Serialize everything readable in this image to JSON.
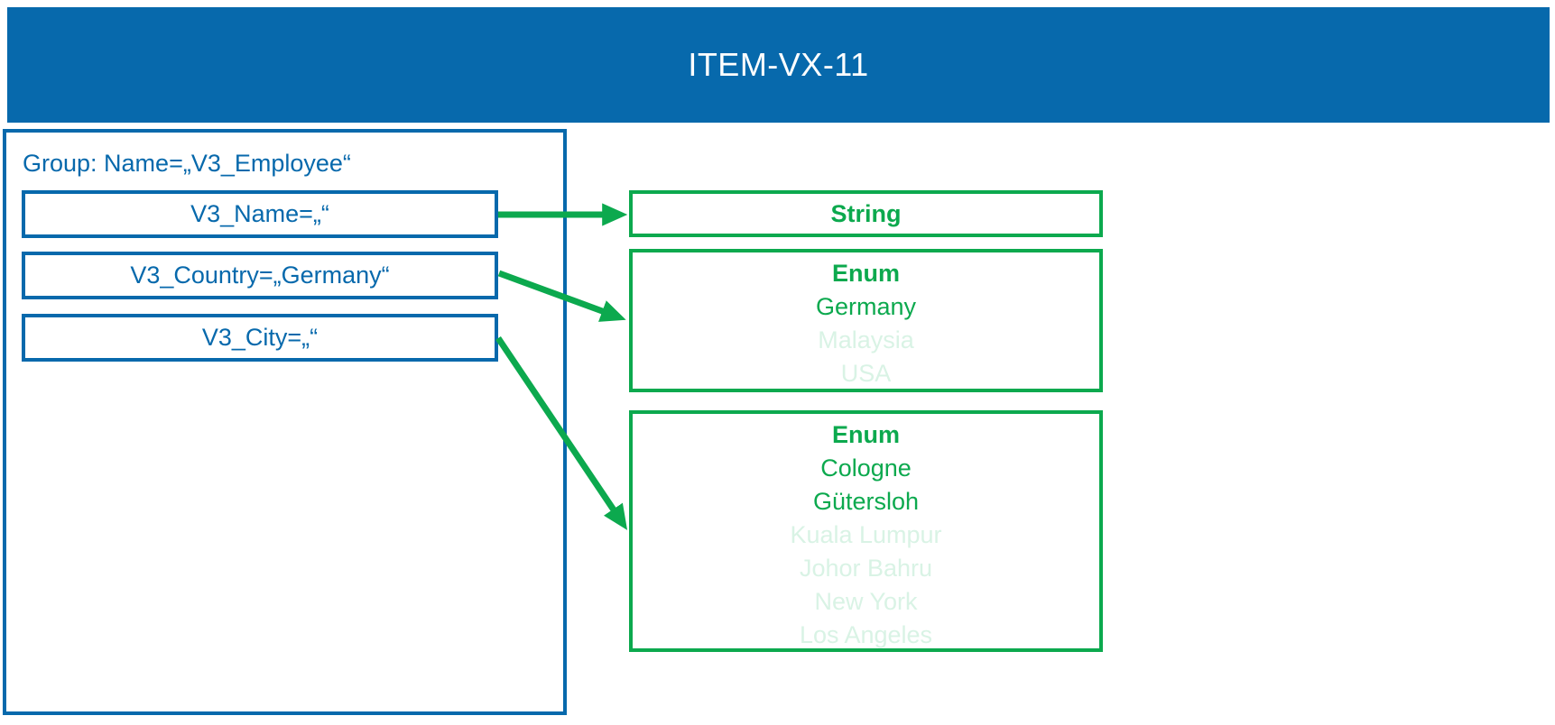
{
  "header": {
    "title": "ITEM-VX-11"
  },
  "group": {
    "label": "Group: Name=„V3_Employee“",
    "fields": [
      {
        "label": "V3_Name=„“"
      },
      {
        "label": "V3_Country=„Germany“"
      },
      {
        "label": "V3_City=„“"
      }
    ]
  },
  "types": {
    "string": {
      "title": "String"
    },
    "country_enum": {
      "title": "Enum",
      "options": [
        {
          "label": "Germany",
          "enabled": true
        },
        {
          "label": "Malaysia",
          "enabled": false
        },
        {
          "label": "USA",
          "enabled": false
        }
      ]
    },
    "city_enum": {
      "title": "Enum",
      "options": [
        {
          "label": "Cologne",
          "enabled": true
        },
        {
          "label": "Gütersloh",
          "enabled": true
        },
        {
          "label": "Kuala Lumpur",
          "enabled": false
        },
        {
          "label": "Johor Bahru",
          "enabled": false
        },
        {
          "label": "New York",
          "enabled": false
        },
        {
          "label": "Los Angeles",
          "enabled": false
        }
      ]
    }
  },
  "colors": {
    "header_blue": "#0769AC",
    "accent_green": "#0CA94E",
    "faded_green": "#D9F3E5",
    "title_text": "#FFFFFF"
  }
}
